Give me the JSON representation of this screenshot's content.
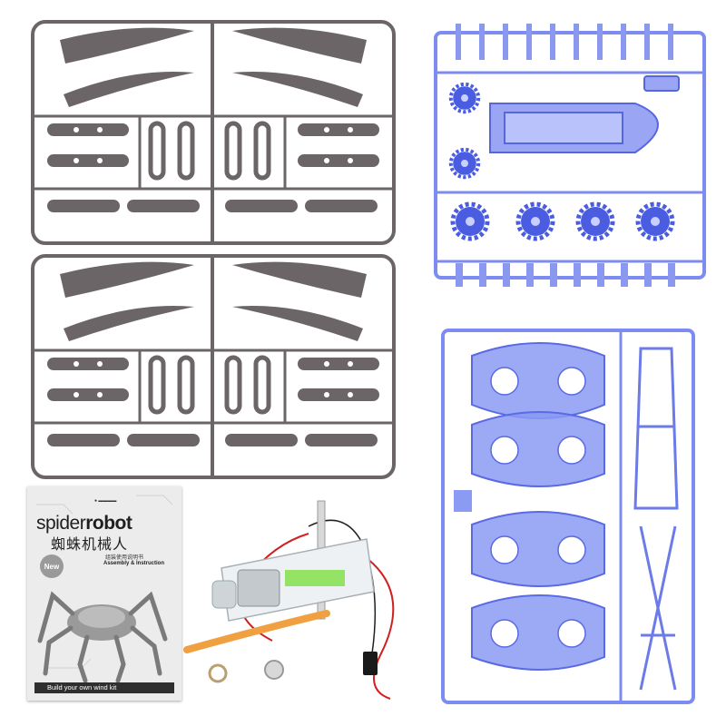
{
  "manual": {
    "title_left": "spider",
    "title_right": "robot",
    "title_cn": "蜘蛛机械人",
    "subtitle_cn": "组装使用说明书",
    "subtitle_en": "Assembly & Instruction",
    "badge": "New",
    "footer": "Build your own wind kit"
  },
  "colors": {
    "grey_sprue": "#6b6568",
    "blue_sprue": "#6f80e8",
    "manual_bg": "#ececec",
    "footer_bar": "#2f2f2f",
    "straw": "#f0a040",
    "motor_green": "#7ee040"
  }
}
